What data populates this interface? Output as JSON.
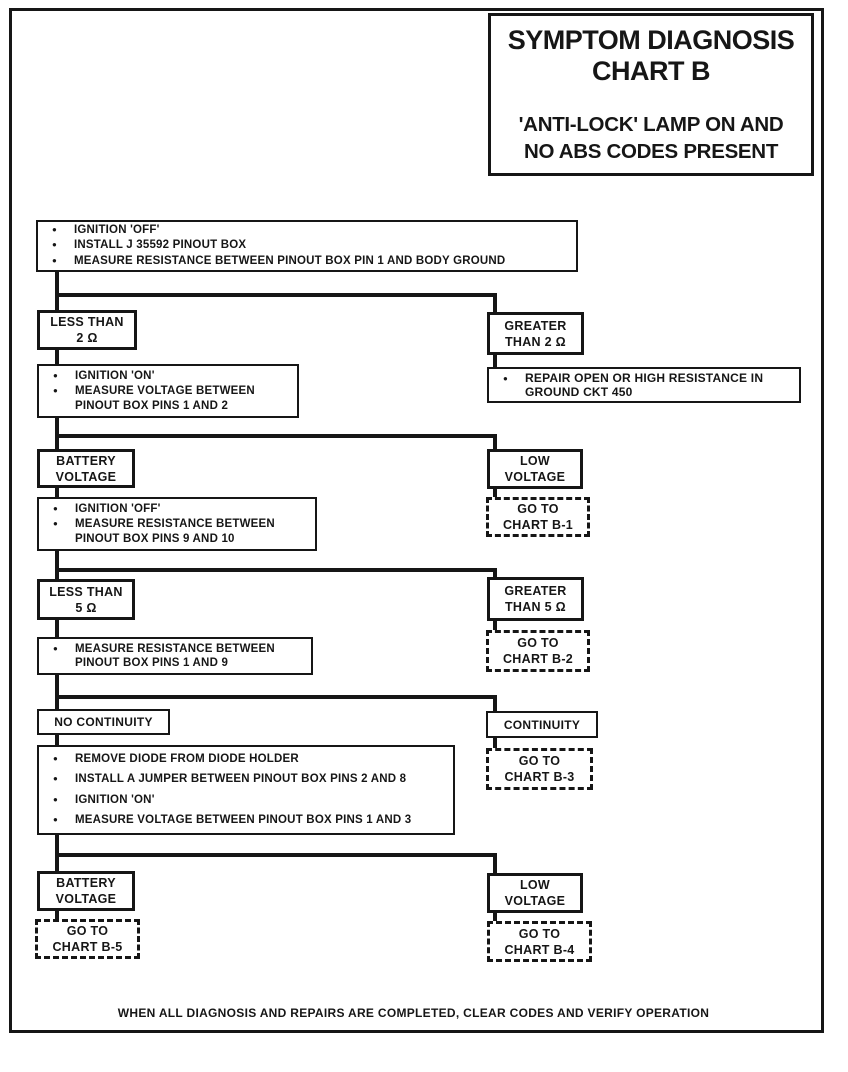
{
  "ink": "#161616",
  "paper": "#ffffff",
  "header": {
    "title_line1": "SYMPTOM DIAGNOSIS",
    "title_line2": "CHART B",
    "subtitle_line1": "'ANTI-LOCK' LAMP ON AND",
    "subtitle_line2": "NO ABS CODES PRESENT"
  },
  "footer": {
    "text": "WHEN ALL DIAGNOSIS AND REPAIRS ARE COMPLETED, CLEAR CODES AND VERIFY OPERATION"
  },
  "nodes": {
    "step1": {
      "lines": [
        "IGNITION 'OFF'",
        "INSTALL J 35592 PINOUT BOX",
        "MEASURE RESISTANCE BETWEEN PINOUT BOX PIN 1 AND BODY GROUND"
      ]
    },
    "less_than_2": {
      "line1": "LESS THAN",
      "line2": "2 Ω"
    },
    "greater_than_2": {
      "line1": "GREATER",
      "line2": "THAN 2 Ω"
    },
    "step2": {
      "lines": [
        "IGNITION 'ON'",
        "MEASURE VOLTAGE BETWEEN PINOUT BOX PINS 1 AND 2"
      ]
    },
    "repair": {
      "lines": [
        "REPAIR OPEN OR HIGH RESISTANCE IN GROUND CKT 450"
      ]
    },
    "battery_voltage_1": {
      "line1": "BATTERY",
      "line2": "VOLTAGE"
    },
    "low_voltage_1": {
      "line1": "LOW",
      "line2": "VOLTAGE"
    },
    "goto_b1": {
      "line1": "GO TO",
      "line2": "CHART B-1"
    },
    "step3": {
      "lines": [
        "IGNITION 'OFF'",
        "MEASURE RESISTANCE BETWEEN PINOUT BOX PINS 9 AND 10"
      ]
    },
    "less_than_5": {
      "line1": "LESS THAN",
      "line2": "5 Ω"
    },
    "greater_than_5": {
      "line1": "GREATER",
      "line2": "THAN 5 Ω"
    },
    "goto_b2": {
      "line1": "GO TO",
      "line2": "CHART B-2"
    },
    "step4": {
      "lines": [
        "MEASURE RESISTANCE BETWEEN PINOUT BOX PINS 1 AND 9"
      ]
    },
    "no_continuity": {
      "label": "NO CONTINUITY"
    },
    "continuity": {
      "label": "CONTINUITY"
    },
    "goto_b3": {
      "line1": "GO TO",
      "line2": "CHART B-3"
    },
    "step5": {
      "lines": [
        "REMOVE DIODE FROM DIODE HOLDER",
        "INSTALL A JUMPER BETWEEN PINOUT BOX PINS 2 AND 8",
        "IGNITION 'ON'",
        "MEASURE VOLTAGE BETWEEN PINOUT BOX PINS 1 AND 3"
      ]
    },
    "battery_voltage_2": {
      "line1": "BATTERY",
      "line2": "VOLTAGE"
    },
    "low_voltage_2": {
      "line1": "LOW",
      "line2": "VOLTAGE"
    },
    "goto_b5": {
      "line1": "GO TO",
      "line2": "CHART B-5"
    },
    "goto_b4": {
      "line1": "GO TO",
      "line2": "CHART B-4"
    }
  }
}
